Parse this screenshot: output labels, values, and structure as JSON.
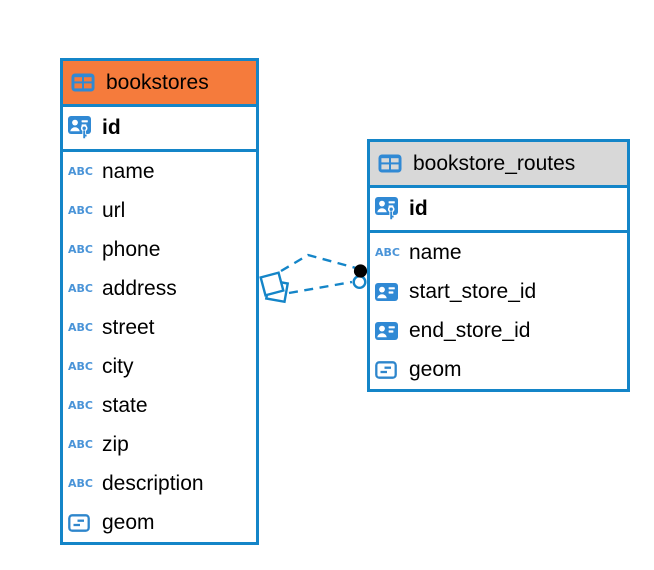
{
  "diagram": {
    "background_color": "#FFFFFF",
    "accent_blue": "#1485C8",
    "icon_blue": "#3089D4",
    "text_color": "#000000",
    "tables": [
      {
        "name": "bookstores",
        "header_color": "#F57B3C",
        "header_icon": "table-icon",
        "columns": [
          {
            "label": "id",
            "icon": "primary-key-icon",
            "primary_key": true
          },
          {
            "label": "name",
            "icon": "text-icon"
          },
          {
            "label": "url",
            "icon": "text-icon"
          },
          {
            "label": "phone",
            "icon": "text-icon"
          },
          {
            "label": "address",
            "icon": "text-icon"
          },
          {
            "label": "street",
            "icon": "text-icon"
          },
          {
            "label": "city",
            "icon": "text-icon"
          },
          {
            "label": "state",
            "icon": "text-icon"
          },
          {
            "label": "zip",
            "icon": "text-icon"
          },
          {
            "label": "description",
            "icon": "text-icon"
          },
          {
            "label": "geom",
            "icon": "geometry-icon"
          }
        ]
      },
      {
        "name": "bookstore_routes",
        "header_color": "#D8D8D8",
        "header_icon": "table-icon",
        "columns": [
          {
            "label": "id",
            "icon": "primary-key-icon",
            "primary_key": true
          },
          {
            "label": "name",
            "icon": "text-icon"
          },
          {
            "label": "start_store_id",
            "icon": "reference-icon"
          },
          {
            "label": "end_store_id",
            "icon": "reference-icon"
          },
          {
            "label": "geom",
            "icon": "geometry-icon"
          }
        ]
      }
    ],
    "relationships": {
      "style": "dashed",
      "connector_count": 2,
      "from_table": "bookstores",
      "to_table": "bookstore_routes"
    }
  }
}
